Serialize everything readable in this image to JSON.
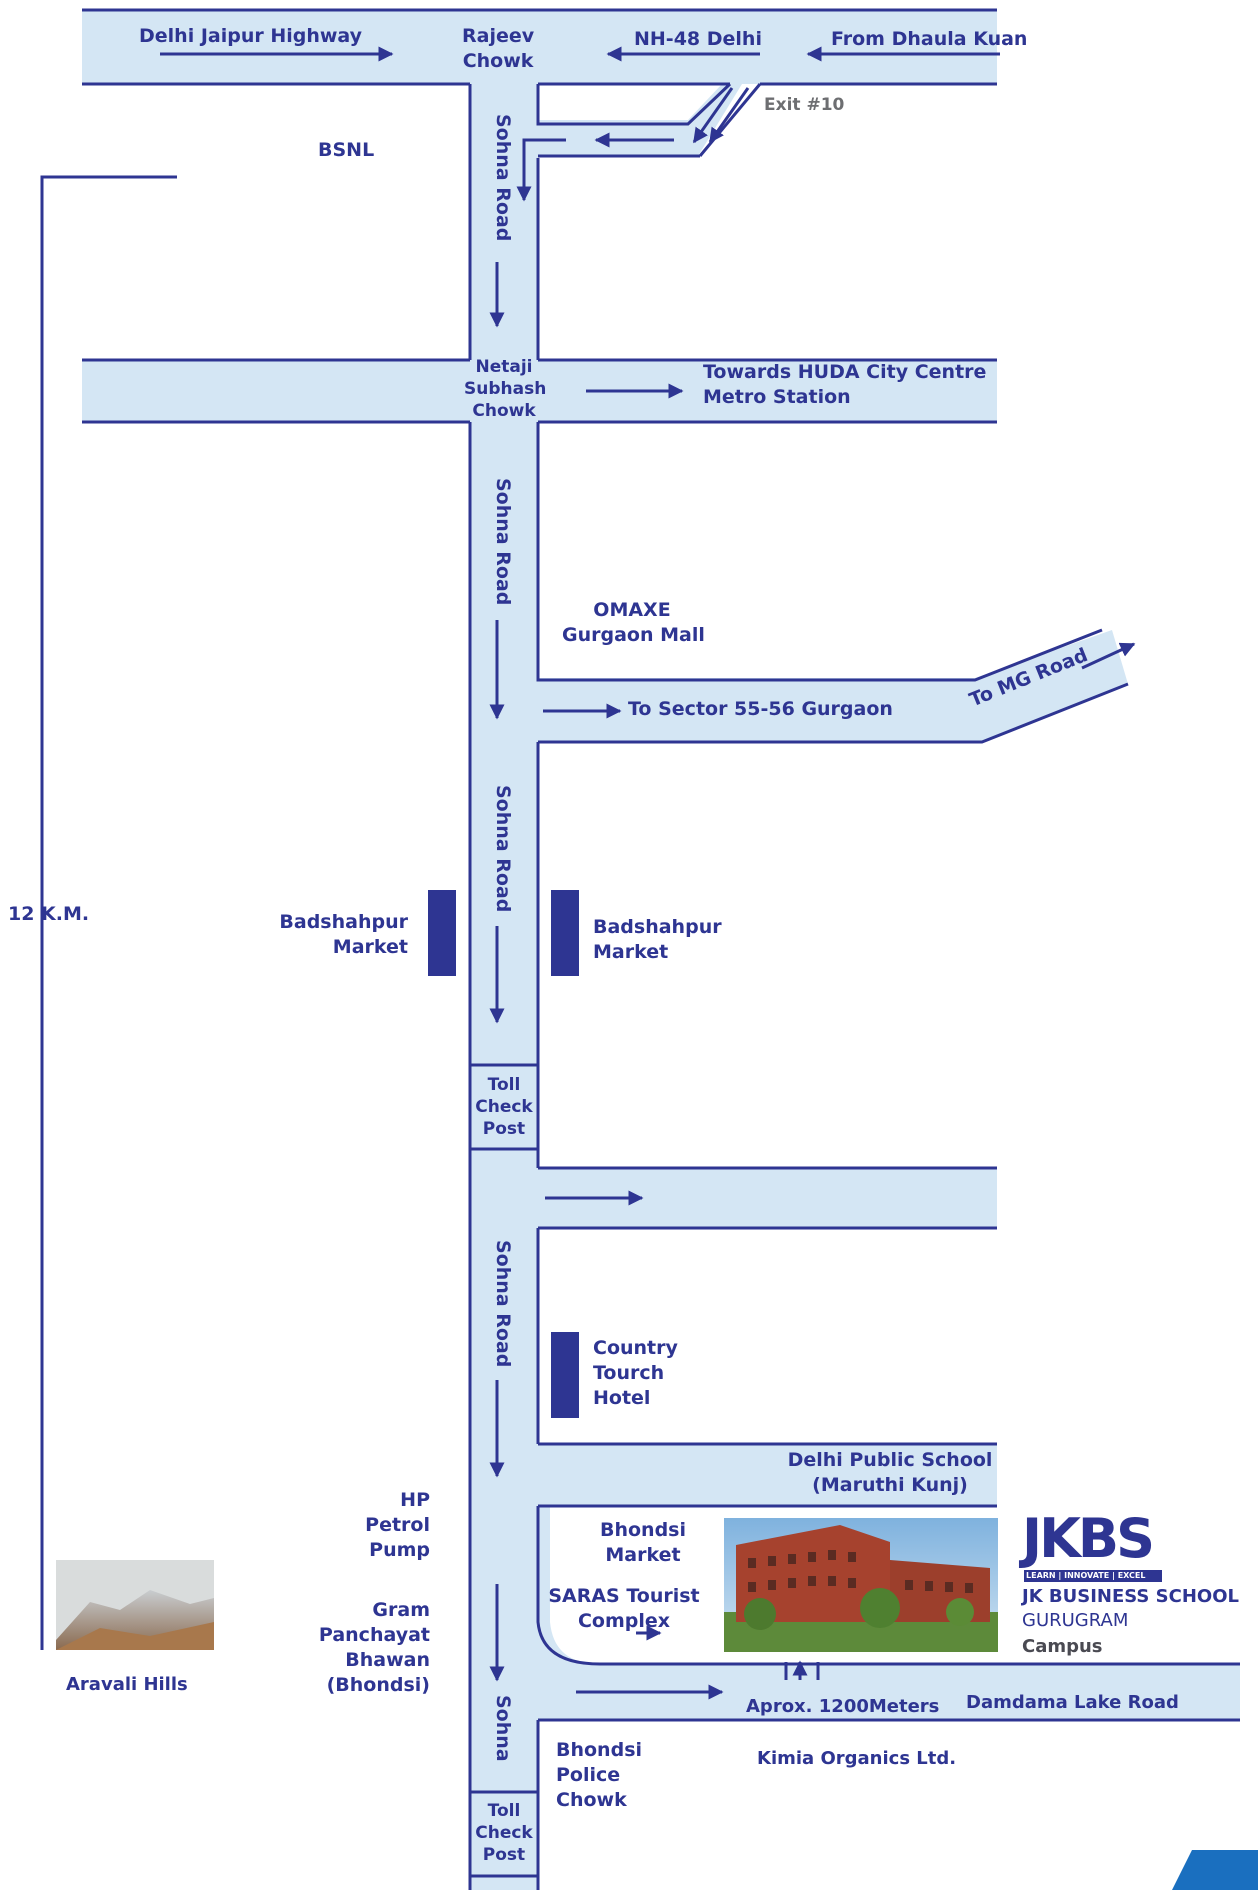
{
  "roads": {
    "top_highway_left": "Delhi Jaipur Highway",
    "top_highway_right": "NH-48 Delhi",
    "from_dhaula_kuan": "From Dhaula Kuan",
    "rajeev_chowk": [
      "Rajeev",
      "Chowk"
    ],
    "exit": "Exit #10",
    "sohna_road": "Sohna Road",
    "sohna_short": "Sohna",
    "netaji_chowk": [
      "Netaji",
      "Subhash",
      "Chowk"
    ],
    "huda_metro": [
      "Towards HUDA City Centre",
      "Metro Station"
    ],
    "sector_55_56": "To Sector 55-56 Gurgaon",
    "mg_road": "To MG Road",
    "toll_check_post": [
      "Toll",
      "Check",
      "Post"
    ],
    "damdama": "Damdama Lake Road",
    "distance_approx": "Aprox. 1200Meters",
    "distance_total": "12 K.M."
  },
  "landmarks": {
    "bsnl": "BSNL",
    "omaxe": [
      "OMAXE",
      "Gurgaon Mall"
    ],
    "badshahpur_left": [
      "Badshahpur",
      "Market"
    ],
    "badshahpur_right": [
      "Badshahpur",
      "Market"
    ],
    "country_touch": [
      "Country",
      "Tourch",
      "Hotel"
    ],
    "dps": [
      "Delhi Public School",
      "(Maruthi Kunj)"
    ],
    "hp_pump": [
      "HP",
      "Petrol",
      "Pump"
    ],
    "gram_panchayat": [
      "Gram",
      "Panchayat",
      "Bhawan",
      "(Bhondsi)"
    ],
    "bhondsi_market": [
      "Bhondsi",
      "Market"
    ],
    "saras": [
      "SARAS Tourist",
      "Complex"
    ],
    "bhondsi_police": [
      "Bhondsi",
      "Police",
      "Chowk"
    ],
    "kimia": "Kimia Organics Ltd.",
    "aravali": "Aravali Hills"
  },
  "school": {
    "logo_mark": "JKBS",
    "tagline": "LEARN | INNOVATE | EXCEL",
    "name": "JK BUSINESS SCHOOL",
    "city": "GURUGRAM",
    "campus": "Campus"
  },
  "colors": {
    "road_fill": "#d4e6f4",
    "road_edge": "#2e3592",
    "label": "#2e3592",
    "exit_label": "#6d6e71",
    "corner_accent": "#1a6fbf"
  },
  "icons": [
    "arrow-icon",
    "landmark-block-icon",
    "campus-photo",
    "hills-photo",
    "jkbs-logo"
  ]
}
